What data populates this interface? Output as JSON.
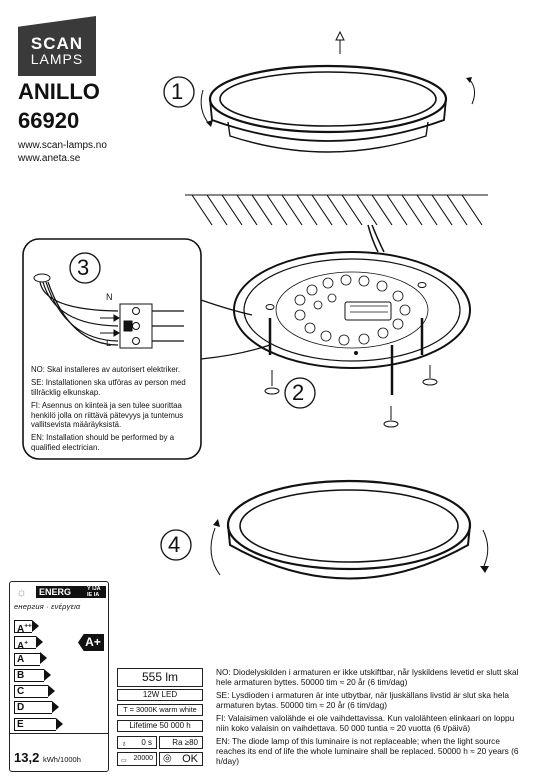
{
  "logo": {
    "line1": "SCAN",
    "line2": "LAMPS"
  },
  "product": {
    "name": "ANILLO",
    "code": "66920"
  },
  "websites": [
    "www.scan-lamps.no",
    "www.aneta.se"
  ],
  "steps": [
    "1",
    "2",
    "3",
    "4"
  ],
  "wiring": {
    "labels": [
      "N",
      "L"
    ]
  },
  "installation_notes": [
    "NO: Skal installeres av autorisert elektriker.",
    "SE: Installationen ska utföras av person med tillräcklig elkunskap.",
    "FI: Asennus on kiinteä ja sen tulee suorittaa henkilö jolla on riittävä pätevyys ja tuntemus vallitsevista määräyksistä.",
    "EN: Installation should be performed by a qualified electrician."
  ],
  "energy_label": {
    "header": "ENERG",
    "header_suffix": "Y IJA IE IA",
    "subtitle": "енергия · ενέργεια",
    "classes": [
      "A++",
      "A+",
      "A",
      "B",
      "C",
      "D",
      "E"
    ],
    "rating": "A+",
    "consumption_value": "13,2",
    "consumption_unit": "kWh/1000h"
  },
  "specs": {
    "lumen": "555 lm",
    "power": "12W  LED",
    "color_temp": "T = 3000K warm white",
    "lifetime": "Lifetime  50 000 h",
    "warmup": "0 s",
    "cri": "Ra ≥80",
    "switching": "20000",
    "ok": "OK"
  },
  "lamp_notes": [
    "NO: Diodelyskilden i armaturen er ikke utskiftbar, når lyskildens levetid er slutt skal hele armaturen byttes. 50000 tim ≈ 20 år (6 tim/dag)",
    "SE: Lysdioden i armaturen är inte utbytbar, när ljuskällans livstid är slut ska hela armaturen bytas. 50000 tim ≈ 20 år (6 tim/dag)",
    "FI: Valaisimen valolähde ei ole vaihdettavissa. Kun valolähteen elinkaari on loppu niin koko valaisin on vaihdettava. 50 000 tuntia ≈ 20 vuotta (6 t/päivä)",
    "EN: The diode lamp of this luminaire is not replaceable; when the light source reaches its end of life the whole luminaire shall be replaced. 50000 h ≈ 20 years (6 h/day)"
  ]
}
